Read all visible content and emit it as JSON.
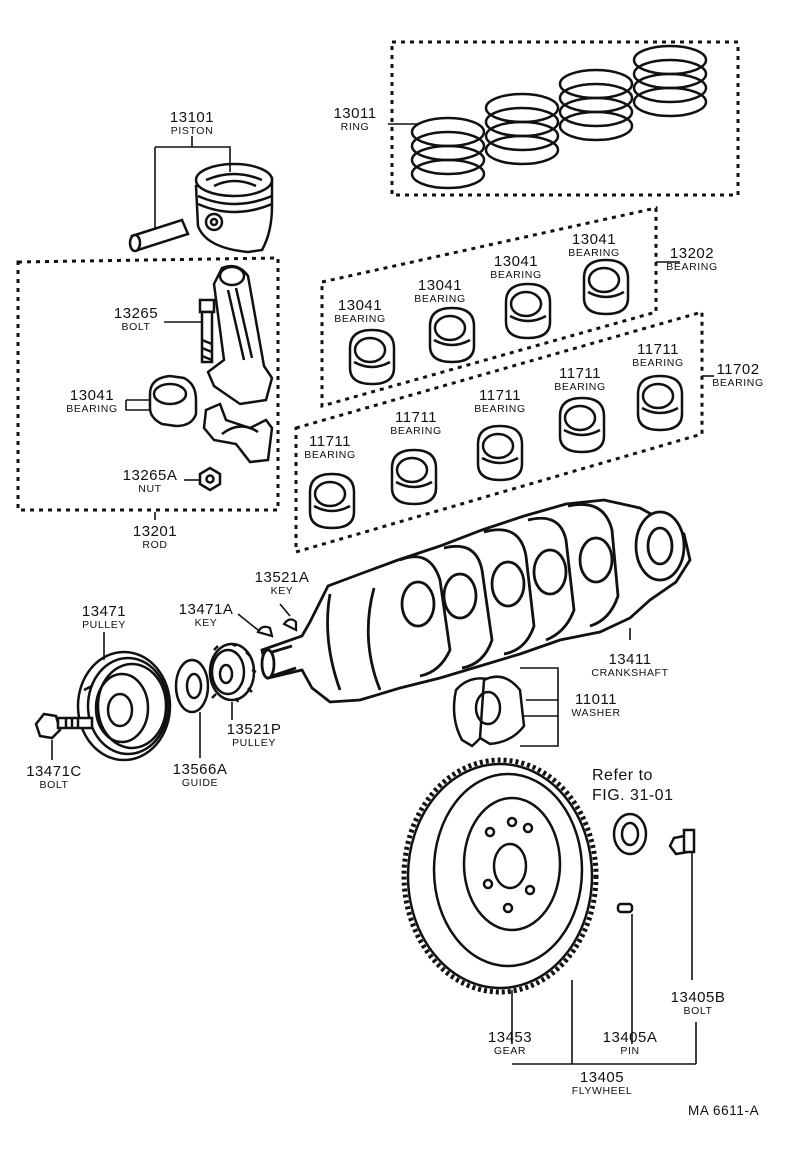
{
  "diagram": {
    "code": "MA 6611-A",
    "refer_line1": "Refer to",
    "refer_line2": "FIG. 31-01",
    "labels": {
      "ring": {
        "num": "13011",
        "name": "RING"
      },
      "piston": {
        "num": "13101",
        "name": "PISTON"
      },
      "brg_13202": {
        "num": "13202",
        "name": "BEARING"
      },
      "u1": {
        "num": "13041",
        "name": "BEARING"
      },
      "u2": {
        "num": "13041",
        "name": "BEARING"
      },
      "u3": {
        "num": "13041",
        "name": "BEARING"
      },
      "u4": {
        "num": "13041",
        "name": "BEARING"
      },
      "rod_bolt": {
        "num": "13265",
        "name": "BOLT"
      },
      "rod_brg": {
        "num": "13041",
        "name": "BEARING"
      },
      "nut": {
        "num": "13265A",
        "name": "NUT"
      },
      "rod": {
        "num": "13201",
        "name": "ROD"
      },
      "brg_11702": {
        "num": "11702",
        "name": "BEARING"
      },
      "m1": {
        "num": "11711",
        "name": "BEARING"
      },
      "m2": {
        "num": "11711",
        "name": "BEARING"
      },
      "m3": {
        "num": "11711",
        "name": "BEARING"
      },
      "m4": {
        "num": "11711",
        "name": "BEARING"
      },
      "m5": {
        "num": "11711",
        "name": "BEARING"
      },
      "key_a": {
        "num": "13521A",
        "name": "KEY"
      },
      "key_b": {
        "num": "13471A",
        "name": "KEY"
      },
      "pulley": {
        "num": "13471",
        "name": "PULLEY"
      },
      "crankshaft": {
        "num": "13411",
        "name": "CRANKSHAFT"
      },
      "washer": {
        "num": "11011",
        "name": "WASHER"
      },
      "pulley_bolt": {
        "num": "13471C",
        "name": "BOLT"
      },
      "guide": {
        "num": "13566A",
        "name": "GUIDE"
      },
      "cam_pulley": {
        "num": "13521P",
        "name": "PULLEY"
      },
      "fw_bolt": {
        "num": "13405B",
        "name": "BOLT"
      },
      "gear": {
        "num": "13453",
        "name": "GEAR"
      },
      "pin": {
        "num": "13405A",
        "name": "PIN"
      },
      "flywheel": {
        "num": "13405",
        "name": "FLYWHEEL"
      }
    }
  }
}
